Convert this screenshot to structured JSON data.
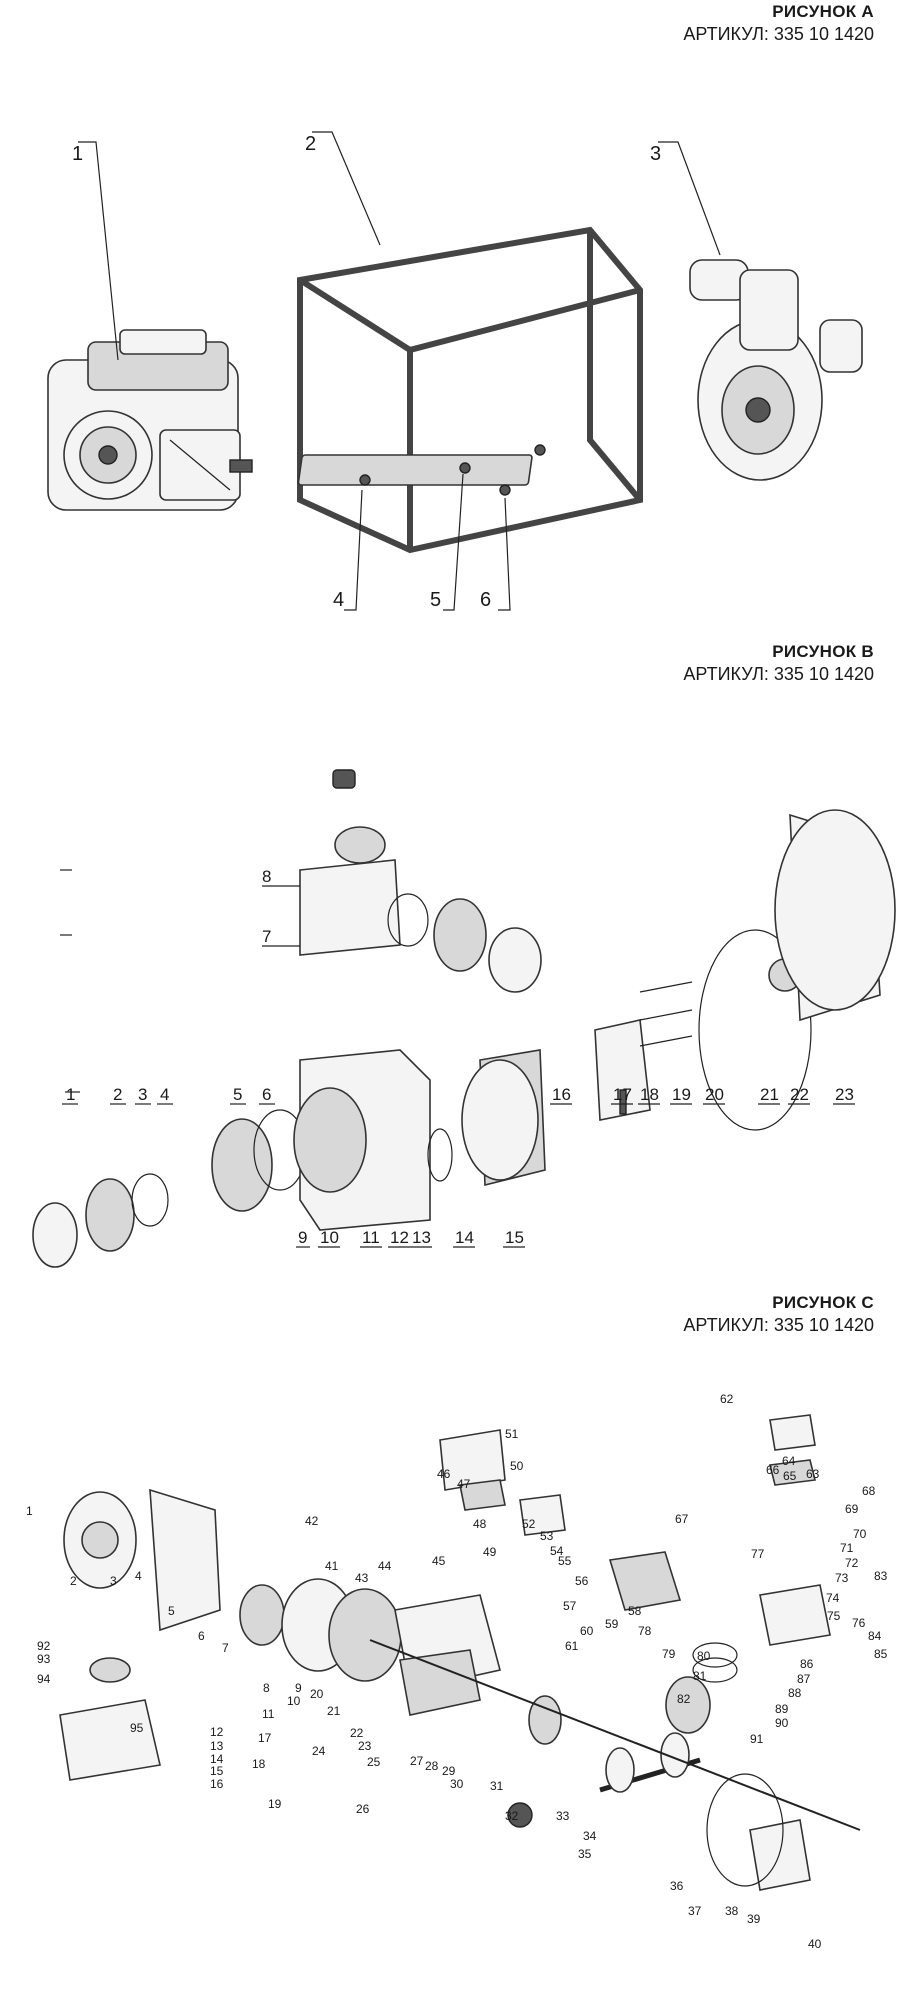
{
  "figure_a": {
    "title": "РИСУНОК А",
    "article": "АРТИКУЛ: 335 10 1420",
    "callouts": [
      "1",
      "2",
      "3",
      "4",
      "5",
      "6"
    ]
  },
  "figure_b": {
    "title": "РИСУНОК B",
    "article": "АРТИКУЛ: 335 10 1420",
    "callouts": [
      "1",
      "2",
      "3",
      "4",
      "5",
      "6",
      "7",
      "8",
      "9",
      "10",
      "11",
      "12",
      "13",
      "14",
      "15",
      "16",
      "17",
      "18",
      "19",
      "20",
      "21",
      "22",
      "23"
    ]
  },
  "figure_c": {
    "title": "РИСУНОК C",
    "article": "АРТИКУЛ: 335 10 1420",
    "callouts": [
      "1",
      "2",
      "3",
      "4",
      "5",
      "6",
      "7",
      "8",
      "9",
      "10",
      "11",
      "12",
      "13",
      "14",
      "15",
      "16",
      "17",
      "18",
      "19",
      "20",
      "21",
      "22",
      "23",
      "24",
      "25",
      "26",
      "27",
      "28",
      "29",
      "30",
      "31",
      "32",
      "33",
      "34",
      "35",
      "36",
      "37",
      "38",
      "39",
      "40",
      "41",
      "42",
      "43",
      "44",
      "45",
      "46",
      "47",
      "48",
      "49",
      "50",
      "51",
      "52",
      "53",
      "54",
      "55",
      "56",
      "57",
      "58",
      "59",
      "60",
      "61",
      "62",
      "63",
      "64",
      "65",
      "66",
      "67",
      "68",
      "69",
      "70",
      "71",
      "72",
      "73",
      "74",
      "75",
      "76",
      "77",
      "78",
      "79",
      "80",
      "81",
      "82",
      "83",
      "84",
      "85",
      "86",
      "87",
      "88",
      "89",
      "90",
      "91",
      "92",
      "93",
      "94",
      "95"
    ]
  }
}
